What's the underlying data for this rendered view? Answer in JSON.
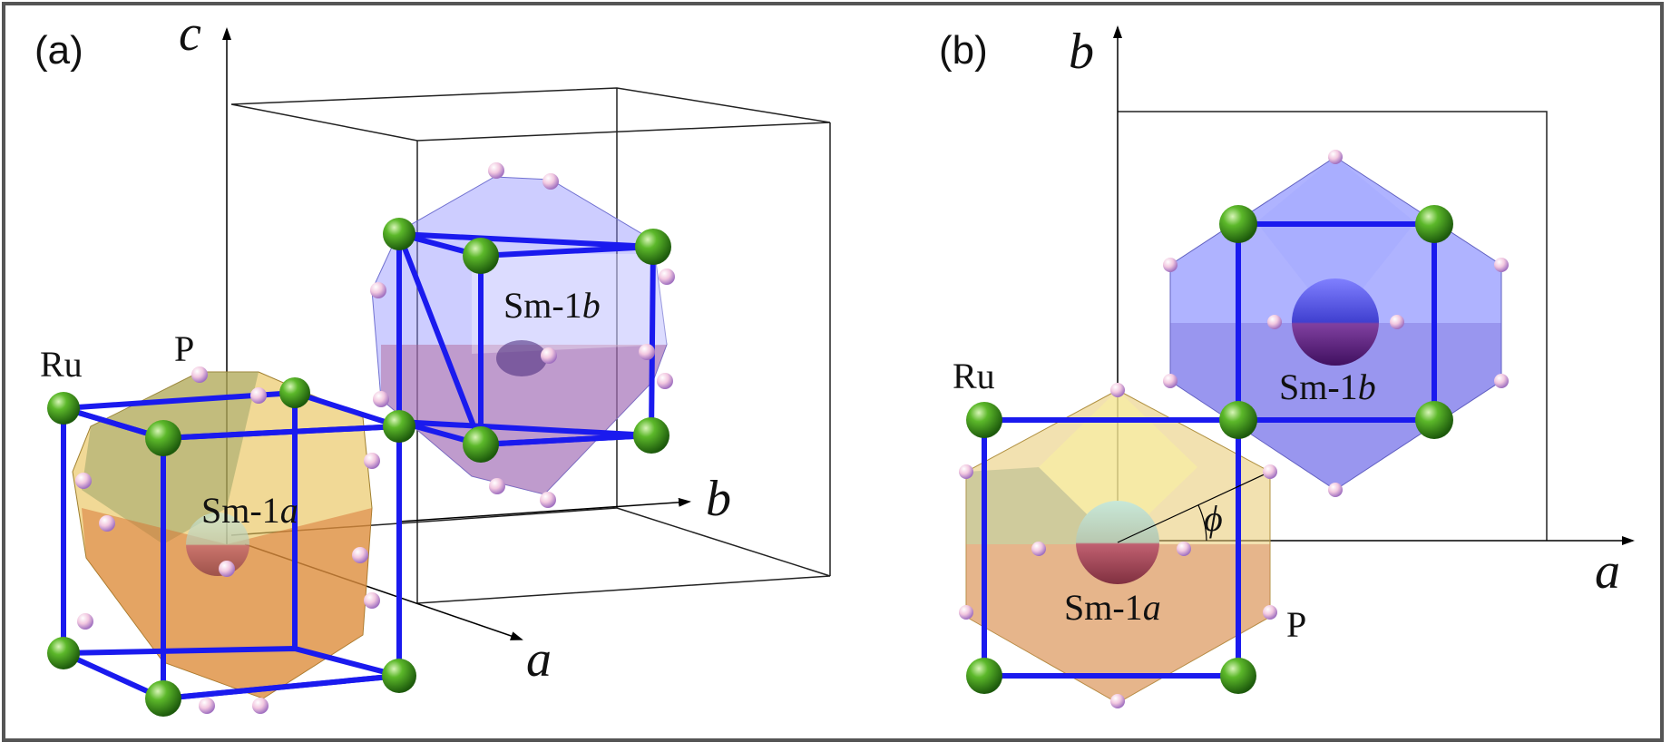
{
  "panel_a": {
    "label": "(a)",
    "axis_c": "c",
    "axis_b": "b",
    "axis_a": "a",
    "ru": "Ru",
    "p": "P",
    "site_a_prefix": "Sm-1",
    "site_a_suffix": "a",
    "site_b_prefix": "Sm-1",
    "site_b_suffix": "b"
  },
  "panel_b": {
    "label": "(b)",
    "axis_b": "b",
    "axis_a": "a",
    "ru": "Ru",
    "p": "P",
    "phi": "ϕ",
    "site_a_prefix": "Sm-1",
    "site_a_suffix": "a",
    "site_b_prefix": "Sm-1",
    "site_b_suffix": "b"
  },
  "colors": {
    "ru_cube": "#1a1aee",
    "ru_atom": "#3a9a1a",
    "p_atom": "#f0c8e0",
    "site_a_polyhedron": "#e8b040",
    "site_b_polyhedron": "#7a80f0",
    "frame": "#666666"
  }
}
